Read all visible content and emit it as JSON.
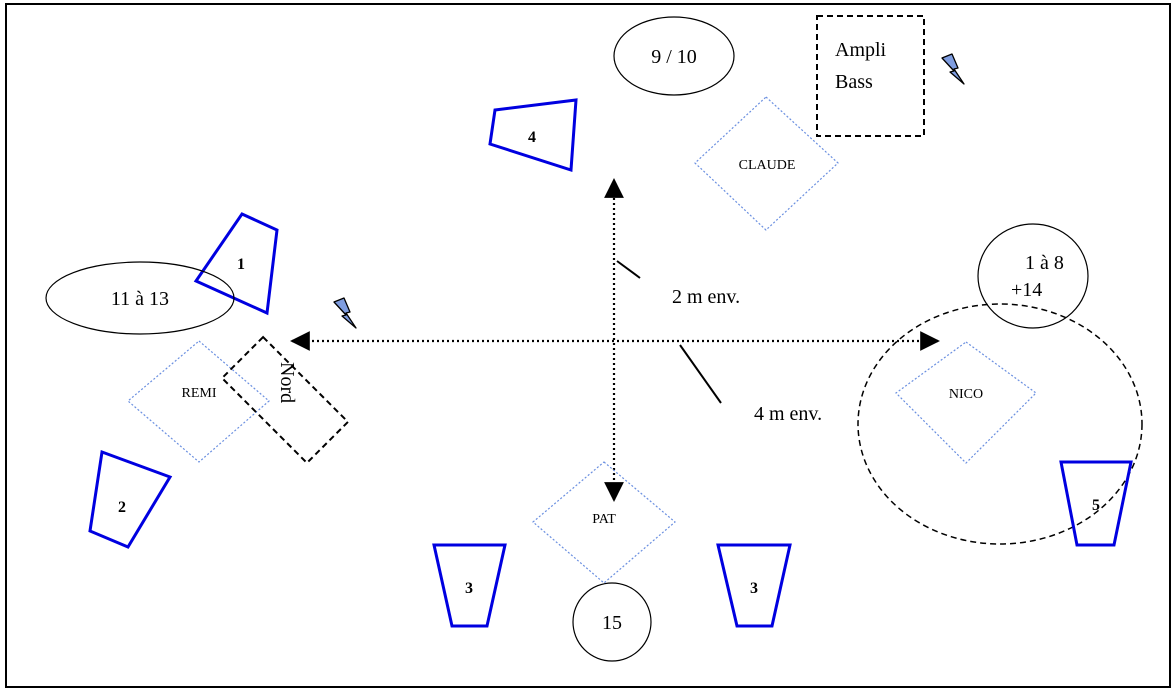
{
  "musicians": {
    "claude": "CLAUDE",
    "remi": "REMI",
    "nico": "NICO",
    "pat": "PAT"
  },
  "inputs": {
    "n_9_10": "9 / 10",
    "n_11_13": "11 à 13",
    "n_1_8_line1": "1 à 8",
    "n_1_8_line2": "+14",
    "n_15": "15"
  },
  "monitors": {
    "m1": "1",
    "m2": "2",
    "m3_left": "3",
    "m3_right": "3",
    "m4": "4",
    "m5": "5"
  },
  "equipment": {
    "ampli_line1": "Ampli",
    "ampli_line2": "Bass",
    "nord": "Nord"
  },
  "distances": {
    "vertical": "2 m env.",
    "horizontal": "4 m env."
  },
  "colors": {
    "monitor_stroke": "#0000e0",
    "musician_stroke": "#6a8fe0",
    "power_bolt": "#6f8fd8"
  }
}
